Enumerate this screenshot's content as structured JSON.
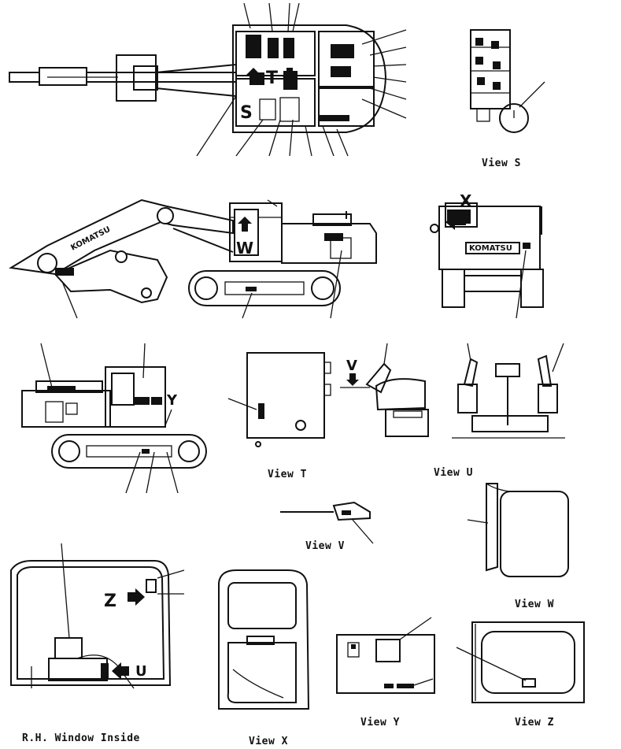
{
  "views": {
    "s": "View S",
    "t": "View T",
    "u": "View U",
    "v": "View V",
    "w": "View W",
    "x": "View X",
    "y": "View Y",
    "z": "View Z",
    "rh_window": "R.H. Window Inside"
  },
  "letters": {
    "s": "S",
    "t": "T",
    "w": "W",
    "x": "X",
    "y": "Y",
    "v": "V",
    "z": "Z",
    "u": "U"
  },
  "brand": "KOMATSU"
}
